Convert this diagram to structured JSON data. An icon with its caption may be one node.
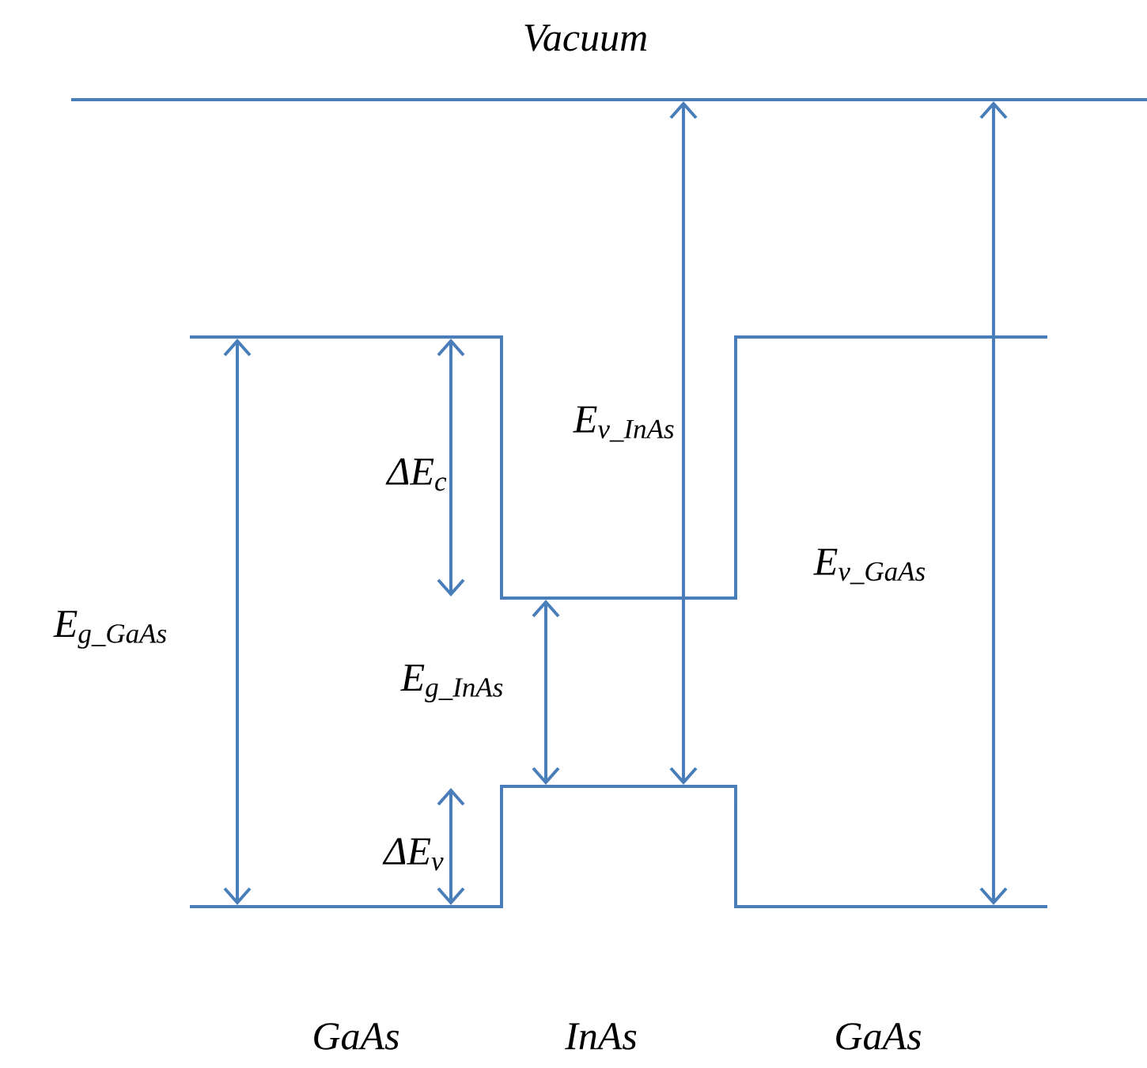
{
  "diagram": {
    "labels": [
      "Vacuum",
      "E$_{v_InAs}$",
      "ΔE$_{c}$",
      "E$_{v_GaAs}$",
      "E$_{g_GaAs}$",
      "E$_{g_InAs}$",
      "ΔE$_{v}$",
      "GaAs",
      "InAs",
      "GaAs"
    ]
  }
}
